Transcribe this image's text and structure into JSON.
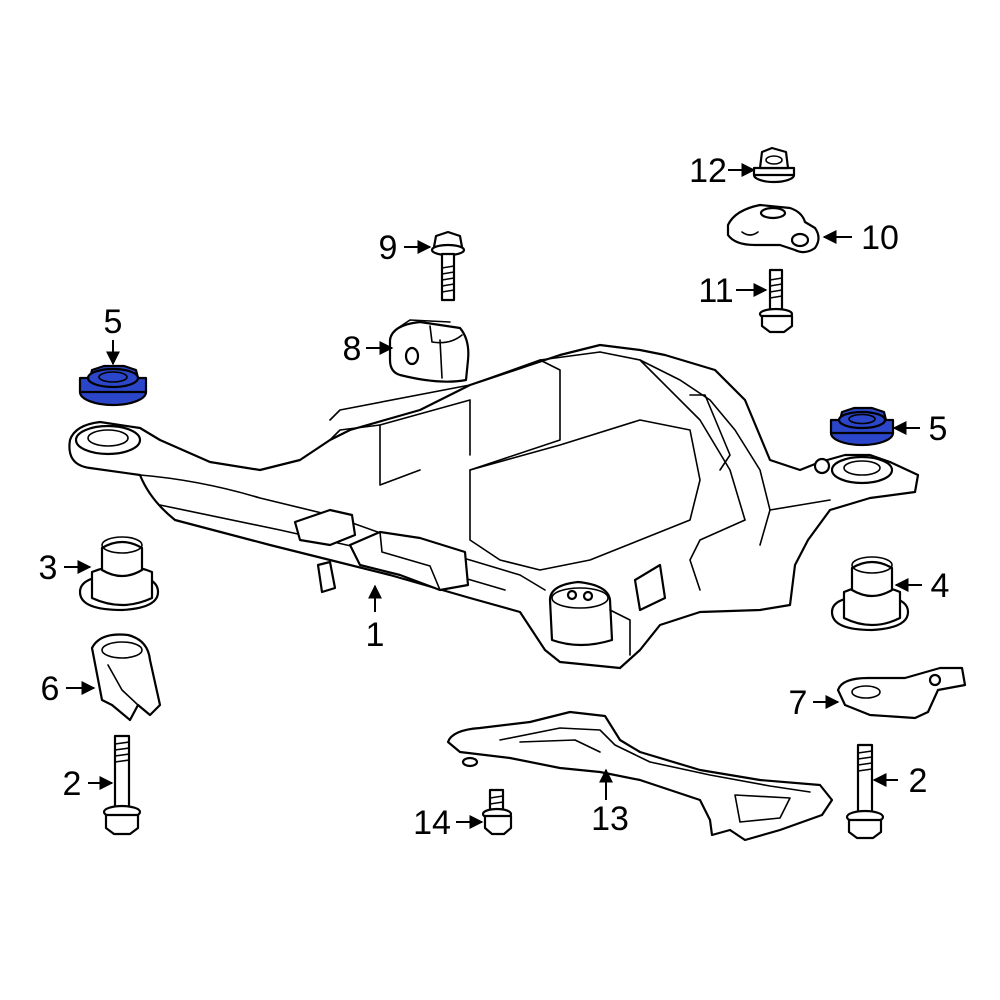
{
  "diagram": {
    "callouts": {
      "c1": "1",
      "c2_left": "2",
      "c2_right": "2",
      "c3": "3",
      "c4": "4",
      "c5_left": "5",
      "c5_right": "5",
      "c6": "6",
      "c7": "7",
      "c8": "8",
      "c9": "9",
      "c10": "10",
      "c11": "11",
      "c12": "12",
      "c13": "13",
      "c14": "14"
    },
    "highlight_color": "#2b46c9",
    "highlighted_part": "5",
    "icons": {
      "subframe": "subframe-crossmember-icon",
      "nut": "flange-nut-icon",
      "bolt": "flange-bolt-icon",
      "bushing": "bushing-icon",
      "bracket": "bracket-icon",
      "mount_block": "mount-block-icon",
      "brace": "brace-plate-icon"
    }
  }
}
